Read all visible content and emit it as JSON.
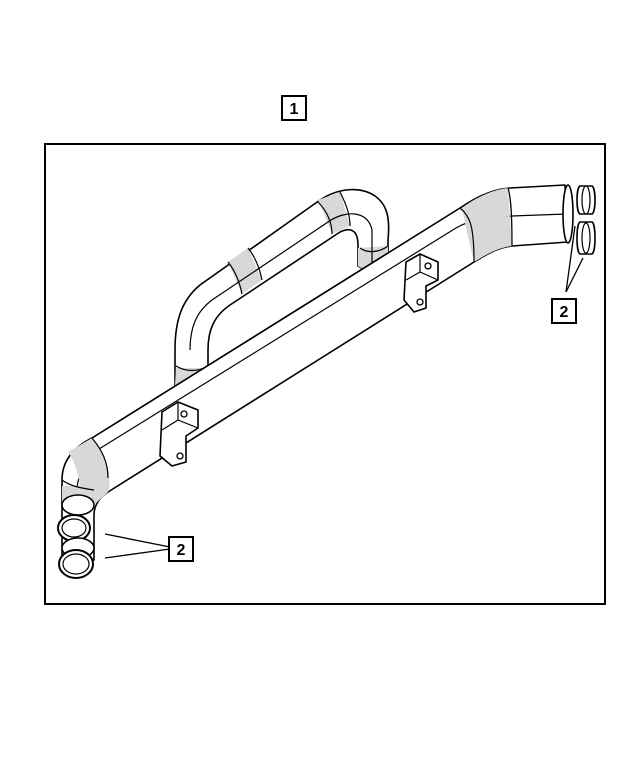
{
  "callouts": {
    "assembly": "1",
    "caps_front": "2",
    "caps_rear": "2"
  },
  "colors": {
    "line": "#000000",
    "shade": "#d8d8d8",
    "background": "#ffffff"
  }
}
